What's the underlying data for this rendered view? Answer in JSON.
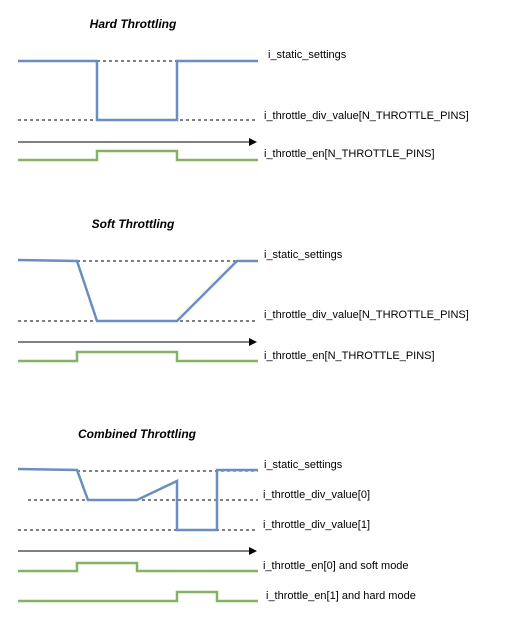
{
  "sections": [
    {
      "title": "Hard Throttling",
      "labels": {
        "static": "i_static_settings",
        "div": "i_throttle_div_value[N_THROTTLE_PINS]",
        "en": "i_throttle_en[N_THROTTLE_PINS]"
      }
    },
    {
      "title": "Soft Throttling",
      "labels": {
        "static": "i_static_settings",
        "div": "i_throttle_div_value[N_THROTTLE_PINS]",
        "en": "i_throttle_en[N_THROTTLE_PINS]"
      }
    },
    {
      "title": "Combined Throttling",
      "labels": {
        "static": "i_static_settings",
        "div0": "i_throttle_div_value[0]",
        "div1": "i_throttle_div_value[1]",
        "en0": "i_throttle_en[0] and soft mode",
        "en1": "i_throttle_en[1] and hard mode"
      }
    }
  ],
  "colors": {
    "signal": "#6c8ebf",
    "enable": "#82b366",
    "guide": "#000000"
  }
}
